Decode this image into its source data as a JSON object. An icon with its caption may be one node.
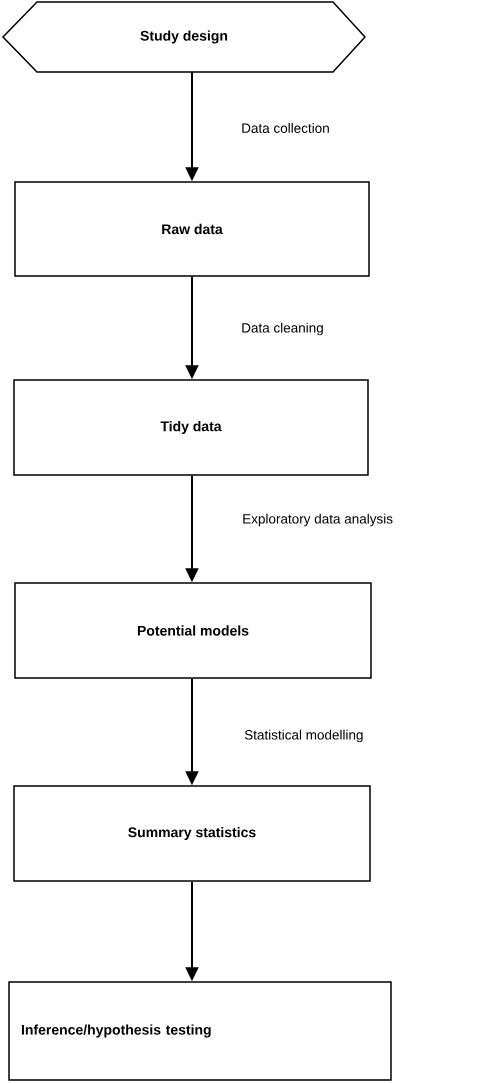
{
  "diagram": {
    "nodes": [
      {
        "text": [
          "Study design"
        ]
      },
      {
        "text": [
          "Raw data"
        ]
      },
      {
        "text": [
          "Tidy data"
        ]
      },
      {
        "text": [
          "Potential models"
        ]
      },
      {
        "text": [
          "Summary statistics"
        ]
      },
      {
        "text": [
          "Inference/hypothesis testing"
        ]
      }
    ],
    "edges": [
      {
        "from": 0,
        "to": 1,
        "arrow": "to",
        "label": "Data collection"
      },
      {
        "from": 1,
        "to": 2,
        "arrow": "to",
        "label": "Data cleaning"
      },
      {
        "from": 2,
        "to": 3,
        "arrow": "to",
        "label": "Exploratory data analysis"
      },
      {
        "from": 3,
        "to": 4,
        "arrow": "to",
        "label": "Statistical modelling"
      },
      {
        "from": 4,
        "to": 5,
        "arrow": "to"
      }
    ]
  }
}
